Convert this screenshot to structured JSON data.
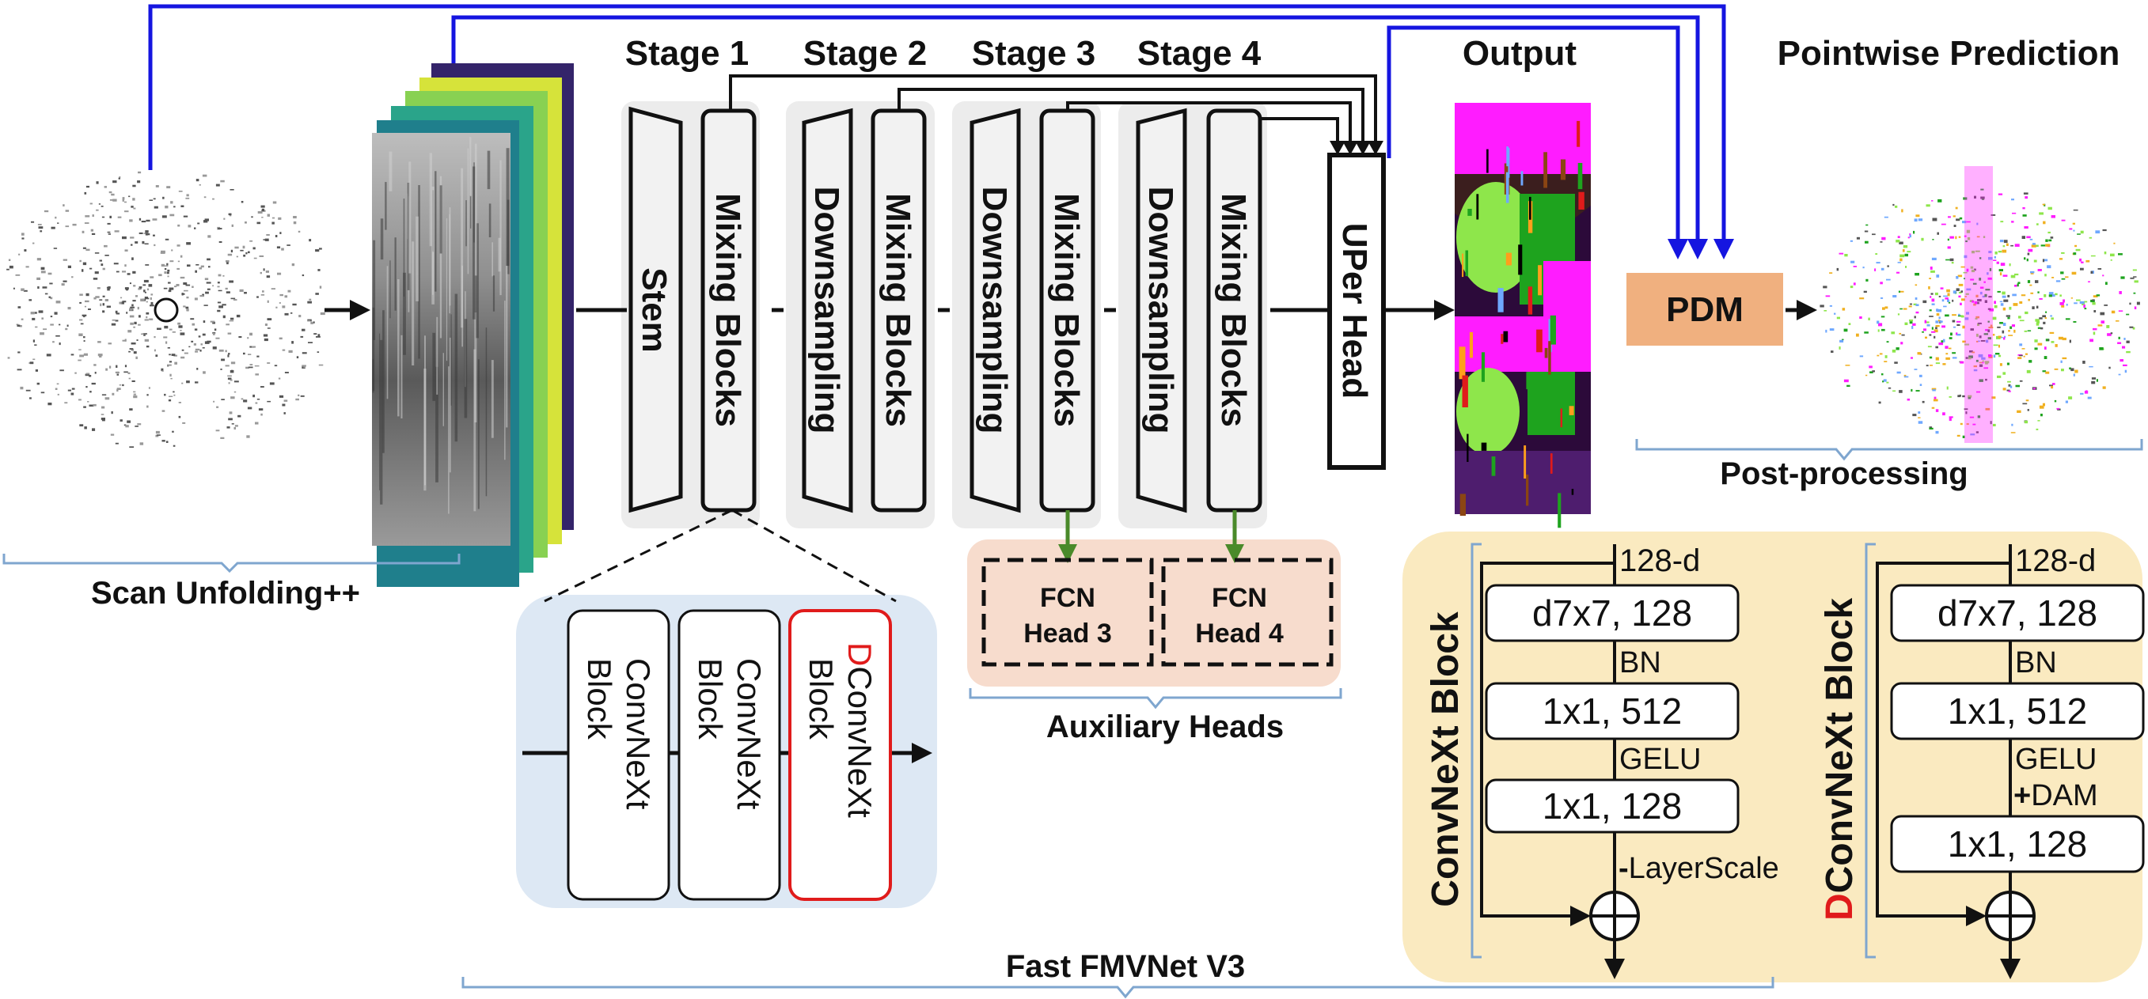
{
  "labels": {
    "stage1": "Stage 1",
    "stage2": "Stage 2",
    "stage3": "Stage 3",
    "stage4": "Stage 4",
    "output": "Output",
    "pointwise_prediction": "Pointwise Prediction",
    "scan_unfolding": "Scan Unfolding++",
    "post_processing": "Post-processing",
    "auxiliary_heads": "Auxiliary Heads",
    "fast_fmvnet": "Fast FMVNet V3"
  },
  "backbone": {
    "stem": "Stem",
    "mixing_blocks": "Mixing Blocks",
    "downsampling": "Downsampling",
    "uper_head": "UPer Head",
    "pdm": "PDM"
  },
  "aux_heads": {
    "fcn3_line1": "FCN",
    "fcn3_line2": "Head 3",
    "fcn4_line1": "FCN",
    "fcn4_line2": "Head 4"
  },
  "mixing_detail": {
    "block1_line1": "ConvNeXt",
    "block1_line2": "Block",
    "block2_line1": "ConvNeXt",
    "block2_line2": "Block",
    "block3_prefix": "D",
    "block3_line1": "ConvNeXt",
    "block3_line2": "Block"
  },
  "convnext_block": {
    "title": "ConvNeXt Block",
    "input_dim": "128-d",
    "layer1": "d7x7, 128",
    "norm": "BN",
    "layer2": "1x1, 512",
    "act": "GELU",
    "layer3": "1x1, 128",
    "removed_prefix": "-",
    "removed": "LayerScale"
  },
  "dconvnext_block": {
    "title_prefix": "D",
    "title": "ConvNeXt Block",
    "input_dim": "128-d",
    "layer1": "d7x7, 128",
    "norm": "BN",
    "layer2": "1x1, 512",
    "act": "GELU",
    "added_prefix": "+",
    "added": "DAM",
    "layer3": "1x1, 128"
  },
  "colors": {
    "skip_line": "#1515e0",
    "aux_arrow": "#4a8a2a",
    "highlight_red": "#e01b1b",
    "layerscale_purple": "#7a3fa0",
    "pdm_fill": "#f0b07f",
    "panel_gray": "#ececec",
    "mixing_panel_blue": "#dde8f4",
    "aux_panel_peach": "#f7dccd",
    "block_panel_cream": "#faeac0",
    "brace_blue": "#7fa6cf"
  }
}
